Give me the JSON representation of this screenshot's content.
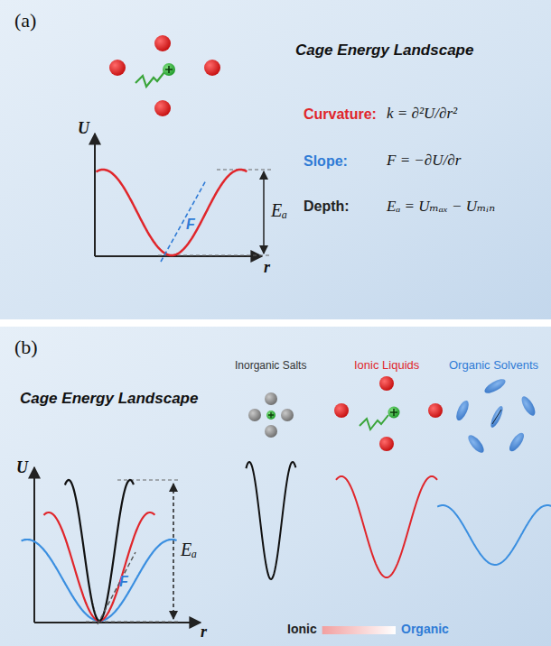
{
  "diagram": {
    "nodes": [
      {
        "text": [
          "(a)",
          "Cage Energy Landscape"
        ]
      },
      {
        "text": [
          "(b)",
          "Cage Energy Landscape"
        ]
      }
    ],
    "labels": [
      "U",
      "r",
      "F",
      "Eₐ",
      "Curvature:",
      "k = ∂²U/∂r²",
      "Slope:",
      "F = −∂U/∂r",
      "Depth:",
      "Eₐ = Uₘₐₓ − Uₘᵢₙ",
      "Inorganic Salts",
      "Ionic Liquids",
      "Organic Solvents",
      "U",
      "r",
      "F",
      "Eₐ",
      "Ionic",
      "Organic"
    ]
  }
}
